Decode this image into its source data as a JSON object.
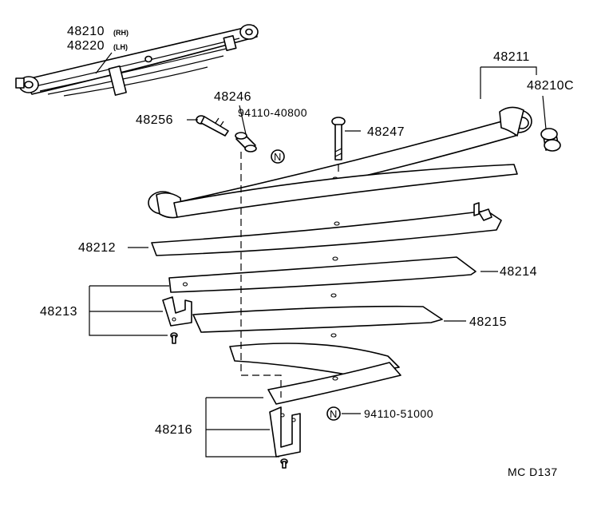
{
  "callouts": {
    "spring_assy_rh": "48210",
    "spring_assy_rh_suffix": "(RH)",
    "spring_assy_lh": "48220",
    "spring_assy_lh_suffix": "(LH)",
    "main_leaf": "48211",
    "bushing": "48210C",
    "center_bolt_pin": "48246",
    "shackle_bolt": "48256",
    "nut_upper": "94110-40800",
    "bolt_48247": "48247",
    "leaf_2": "48212",
    "leaf_4": "48214",
    "clip_upper": "48213",
    "leaf_5": "48215",
    "clip_lower": "48216",
    "nut_lower": "94110-51000",
    "nut_symbol": "N",
    "drawing_code": "MC D137"
  }
}
